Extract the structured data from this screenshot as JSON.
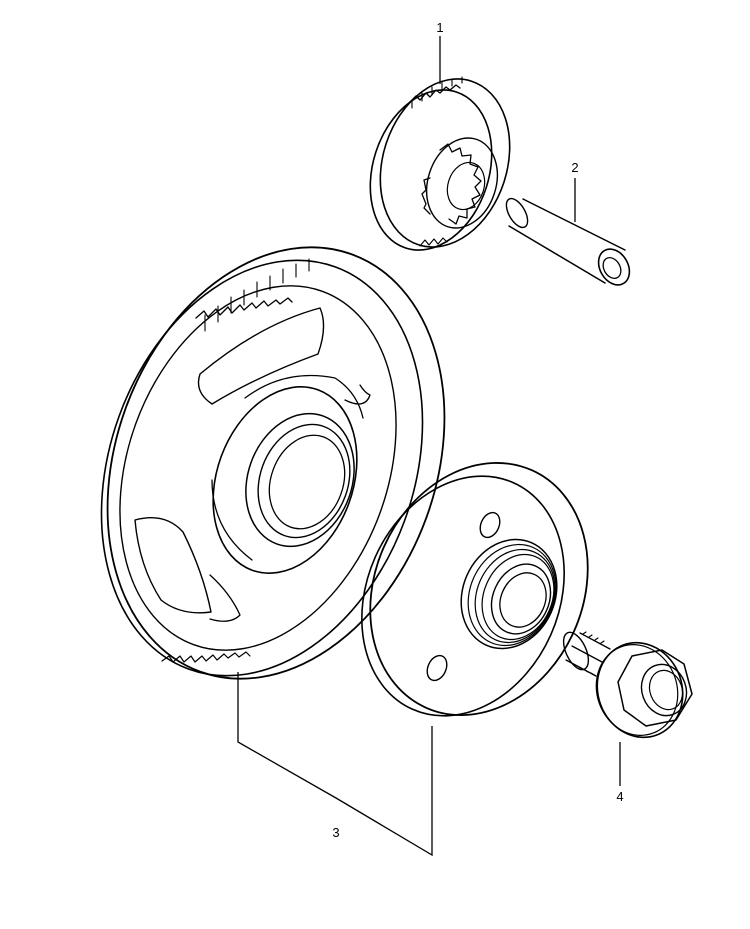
{
  "callouts": [
    {
      "id": "1",
      "label": "1"
    },
    {
      "id": "2",
      "label": "2"
    },
    {
      "id": "3",
      "label": "3"
    },
    {
      "id": "4",
      "label": "4"
    }
  ],
  "line_color": "#000000",
  "background": "#ffffff"
}
